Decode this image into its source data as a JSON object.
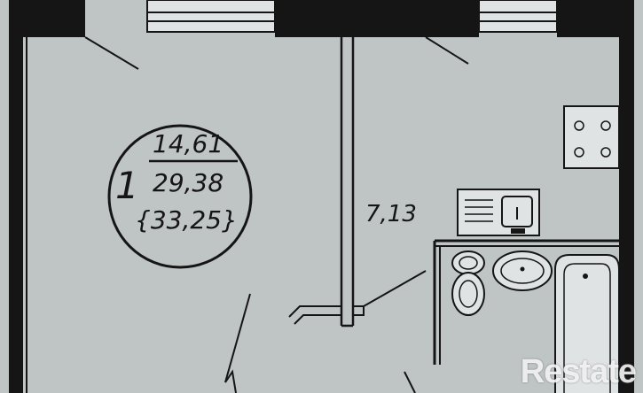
{
  "room": {
    "number": "1",
    "living_area": "14,61",
    "total_area": "29,38",
    "total_with_balcony": "{33,25}"
  },
  "kitchen": {
    "area": "7,13"
  },
  "watermark": "Restate",
  "colors": {
    "paper": "#bfc4c4",
    "ink": "#151515",
    "fixture": "#dfe3e3"
  }
}
